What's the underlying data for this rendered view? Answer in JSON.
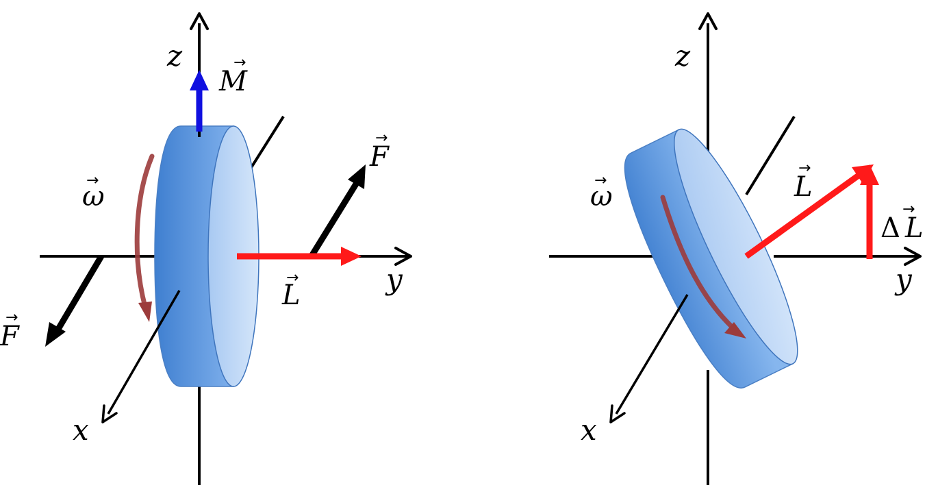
{
  "colors": {
    "axis": "#000000",
    "moment": "#1010e0",
    "momentum": "#ff0000",
    "force": "#000000",
    "omega": "#9c3b3b",
    "disc_face_light": "#c6ddf7",
    "disc_side_dark": "#4a86d4",
    "disc_edge": "#2f63a8"
  },
  "left_panel": {
    "axes": {
      "z": "z",
      "y": "y",
      "x": "x"
    },
    "vectors": {
      "moment": "M",
      "momentum": "L",
      "force_top": "F",
      "force_bottom": "F",
      "angular_velocity": "ω"
    }
  },
  "right_panel": {
    "axes": {
      "z": "z",
      "y": "y",
      "x": "x"
    },
    "vectors": {
      "momentum": "L",
      "delta_momentum_delta": "Δ",
      "delta_momentum": "L",
      "angular_velocity": "ω"
    }
  }
}
